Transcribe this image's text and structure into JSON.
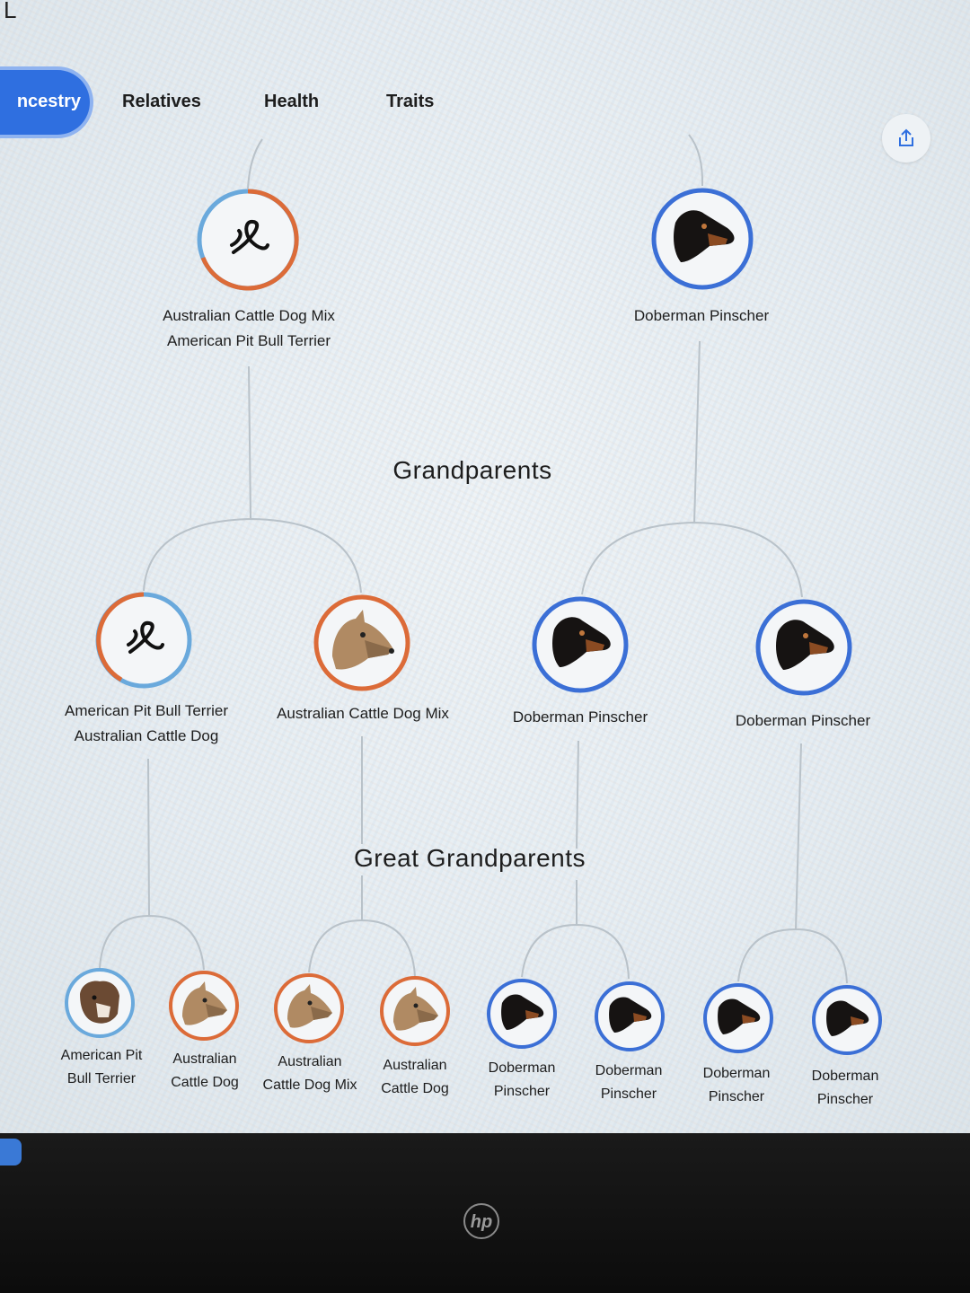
{
  "tabs": [
    {
      "label": "ncestry",
      "active": true
    },
    {
      "label": "Relatives",
      "active": false
    },
    {
      "label": "Health",
      "active": false
    },
    {
      "label": "Traits",
      "active": false
    }
  ],
  "sections": {
    "grandparents": "Grandparents",
    "great_grandparents": "Great Grandparents"
  },
  "colors": {
    "active_tab": "#2f6fe0",
    "doberman_ring": "#3b6fd6",
    "cattle_ring": "#dc6b38",
    "mix_ring_secondary": "#6aa9dc"
  },
  "parents": [
    {
      "lines": [
        "Australian Cattle Dog Mix",
        "American Pit Bull Terrier"
      ],
      "icon": "mixed-breed-icon"
    },
    {
      "lines": [
        "Doberman Pinscher"
      ],
      "icon": "doberman-icon"
    }
  ],
  "grandparents": [
    {
      "lines": [
        "American Pit Bull Terrier",
        "Australian Cattle Dog"
      ],
      "icon": "mixed-breed-icon"
    },
    {
      "lines": [
        "Australian Cattle Dog Mix"
      ],
      "icon": "cattle-dog-icon"
    },
    {
      "lines": [
        "Doberman Pinscher"
      ],
      "icon": "doberman-icon"
    },
    {
      "lines": [
        "Doberman Pinscher"
      ],
      "icon": "doberman-icon"
    }
  ],
  "great_grandparents": [
    {
      "lines": [
        "American Pit",
        "Bull Terrier"
      ],
      "icon": "pit-bull-icon"
    },
    {
      "lines": [
        "Australian",
        "Cattle Dog"
      ],
      "icon": "cattle-dog-icon"
    },
    {
      "lines": [
        "Australian",
        "Cattle Dog Mix"
      ],
      "icon": "cattle-dog-icon"
    },
    {
      "lines": [
        "Australian",
        "Cattle Dog"
      ],
      "icon": "cattle-dog-icon"
    },
    {
      "lines": [
        "Doberman",
        "Pinscher"
      ],
      "icon": "doberman-icon"
    },
    {
      "lines": [
        "Doberman",
        "Pinscher"
      ],
      "icon": "doberman-icon"
    },
    {
      "lines": [
        "Doberman",
        "Pinscher"
      ],
      "icon": "doberman-icon"
    },
    {
      "lines": [
        "Doberman",
        "Pinscher"
      ],
      "icon": "doberman-icon"
    }
  ],
  "toolbar": {
    "share_icon": "share-icon"
  },
  "footer": {
    "brand": "hp"
  }
}
